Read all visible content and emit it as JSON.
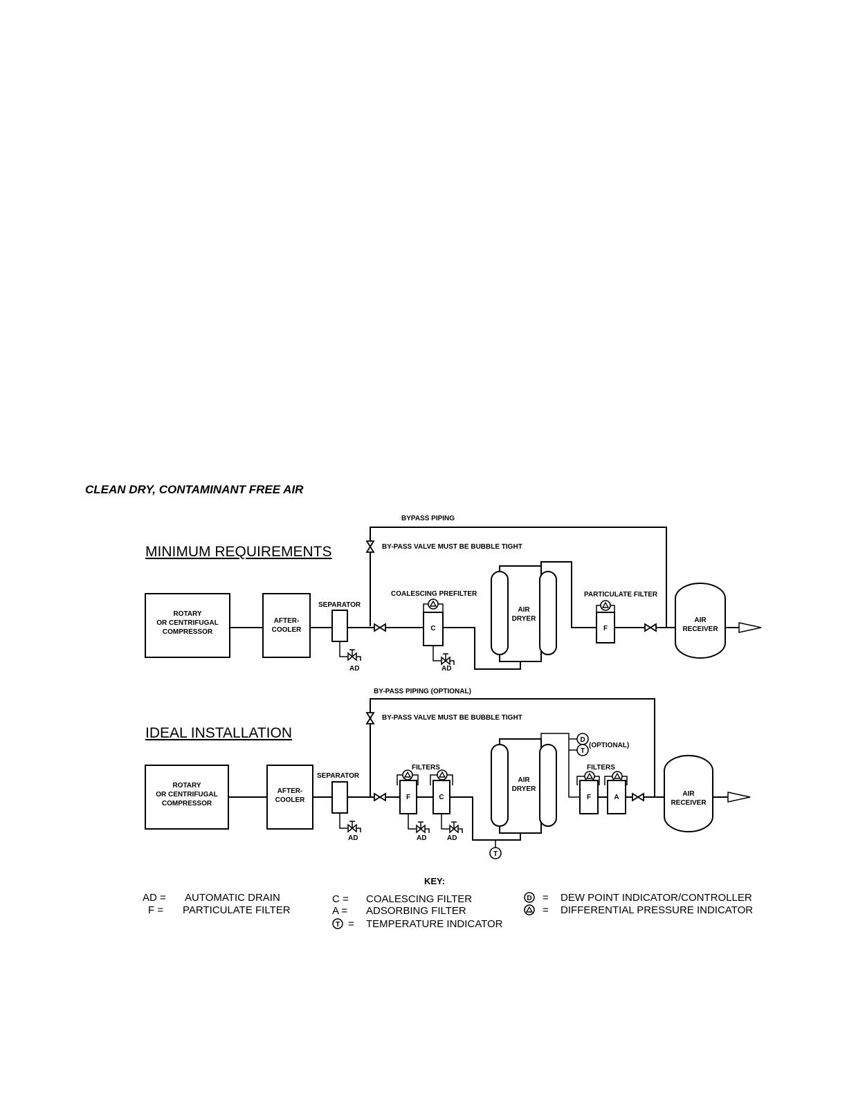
{
  "page_title": "CLEAN DRY, CONTAMINANT FREE AIR",
  "minimum": {
    "heading": "MINIMUM REQUIREMENTS",
    "bypass_label": "BYPASS PIPING",
    "bypass_valve_label": "BY-PASS VALVE MUST BE BUBBLE TIGHT",
    "compressor_line1": "ROTARY",
    "compressor_line2": "OR CENTRIFUGAL",
    "compressor_line3": "COMPRESSOR",
    "aftercooler_line1": "AFTER-",
    "aftercooler_line2": "COOLER",
    "separator_label": "SEPARATOR",
    "prefilter_label": "COALESCING PREFILTER",
    "prefilter_letter": "C",
    "dryer_line1": "AIR",
    "dryer_line2": "DRYER",
    "particulate_label": "PARTICULATE FILTER",
    "particulate_letter": "F",
    "receiver_line1": "AIR",
    "receiver_line2": "RECEIVER",
    "drain1": "AD",
    "drain2": "AD"
  },
  "ideal": {
    "heading": "IDEAL INSTALLATION",
    "bypass_label": "BY-PASS PIPING (OPTIONAL)",
    "bypass_valve_label": "BY-PASS VALVE MUST BE BUBBLE TIGHT",
    "compressor_line1": "ROTARY",
    "compressor_line2": "OR CENTRIFUGAL",
    "compressor_line3": "COMPRESSOR",
    "aftercooler_line1": "AFTER-",
    "aftercooler_line2": "COOLER",
    "separator_label": "SEPARATOR",
    "filters_label_1": "FILTERS",
    "filter_f_letter": "F",
    "filter_c_letter": "C",
    "dryer_line1": "AIR",
    "dryer_line2": "DRYER",
    "optional_label": "(OPTIONAL)",
    "filters_label_2": "FILTERS",
    "filter_f2_letter": "F",
    "filter_a_letter": "A",
    "receiver_line1": "AIR",
    "receiver_line2": "RECEIVER",
    "drain1": "AD",
    "drain2": "AD",
    "drain3": "AD",
    "dew_symbol": "D",
    "temp_symbol": "T"
  },
  "key": {
    "heading": "KEY:",
    "items": [
      {
        "sym": "AD =",
        "text": "AUTOMATIC DRAIN"
      },
      {
        "sym": "F =",
        "text": "PARTICULATE FILTER"
      },
      {
        "sym": "C =",
        "text": "COALESCING FILTER"
      },
      {
        "sym": "A =",
        "text": "ADSORBING FILTER"
      },
      {
        "sym": "T",
        "text": "TEMPERATURE INDICATOR"
      },
      {
        "sym": "D",
        "text": "DEW POINT INDICATOR/CONTROLLER"
      },
      {
        "sym": "",
        "text": "DIFFERENTIAL PRESSURE INDICATOR"
      }
    ]
  }
}
